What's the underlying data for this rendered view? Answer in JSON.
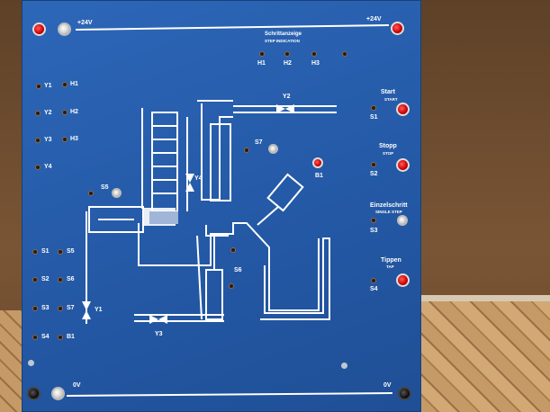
{
  "labels": {
    "plus24_left": "+24V",
    "plus24_right": "+24V",
    "step_title": "Schrittanzeige",
    "step_sub": "STEP INDICATION",
    "h1": "H1",
    "h2": "H2",
    "h3": "H3",
    "y1l": "Y1",
    "y2l": "Y2",
    "y3l": "Y3",
    "y4l": "Y4",
    "h1l": "H1",
    "h2l": "H2",
    "h3l": "H3",
    "s1l": "S1",
    "s2l": "S2",
    "s3l": "S3",
    "s4l": "S4",
    "s5l": "S5",
    "s6l": "S6",
    "s7l": "S7",
    "b1l": "B1",
    "y2": "Y2",
    "s7": "S7",
    "b1": "B1",
    "s5": "S5",
    "y4": "Y4",
    "s6": "S6",
    "y1": "Y1",
    "y3": "Y3",
    "start": "Start",
    "start_sub": "START",
    "s1": "S1",
    "stopp": "Stopp",
    "stopp_sub": "STOP",
    "s2": "S2",
    "einzel": "Einzelschritt",
    "einzel_sub": "SINGLE STEP",
    "s3": "S3",
    "tippen": "Tippen",
    "tippen_sub": "TAP",
    "s4": "S4",
    "zero_left": "0V",
    "zero_right": "0V"
  }
}
